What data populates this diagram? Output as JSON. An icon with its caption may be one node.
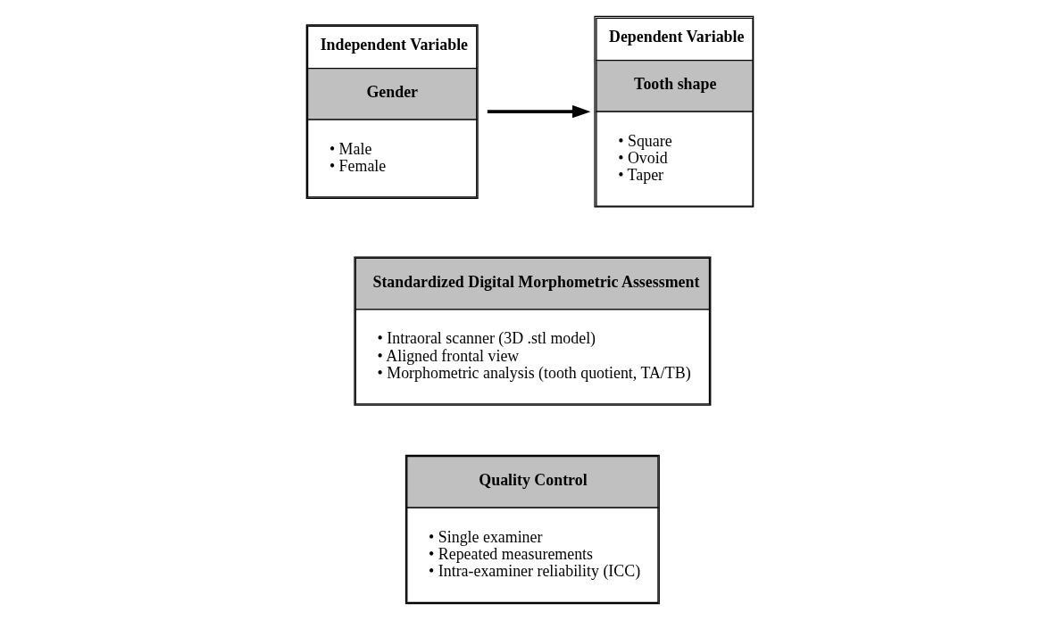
{
  "diagram": {
    "nodes": [
      {
        "text": [
          "Independent Variable",
          "Gender",
          "• Male",
          "• Female"
        ]
      },
      {
        "text": [
          "Dependent Variable",
          "Tooth shape",
          "• Square",
          "• Ovoid",
          "• Taper"
        ]
      },
      {
        "text": [
          "Standardized Digital Morphometric Assessment",
          "• Intraoral scanner (3D .stl model)",
          "• Aligned frontal view",
          "• Morphometric analysis (tooth quotient, TA/TB)"
        ]
      },
      {
        "text": [
          "Quality Control",
          "• Single examiner",
          "• Repeated measurements",
          "• Intra-examiner reliability (ICC)"
        ]
      }
    ],
    "edges": [
      {
        "from": 0,
        "to": 1,
        "arrow": "to"
      }
    ]
  }
}
